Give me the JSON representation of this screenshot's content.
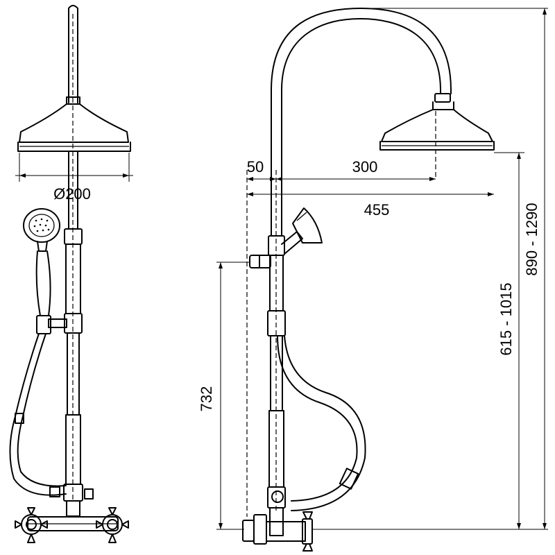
{
  "dimensions": {
    "head_diameter": "Ø200",
    "offset_50": "50",
    "arm_300": "300",
    "projection_455": "455",
    "height_732": "732",
    "height_615_1015": "615 - 1015",
    "height_890_1290": "890 - 1290"
  }
}
